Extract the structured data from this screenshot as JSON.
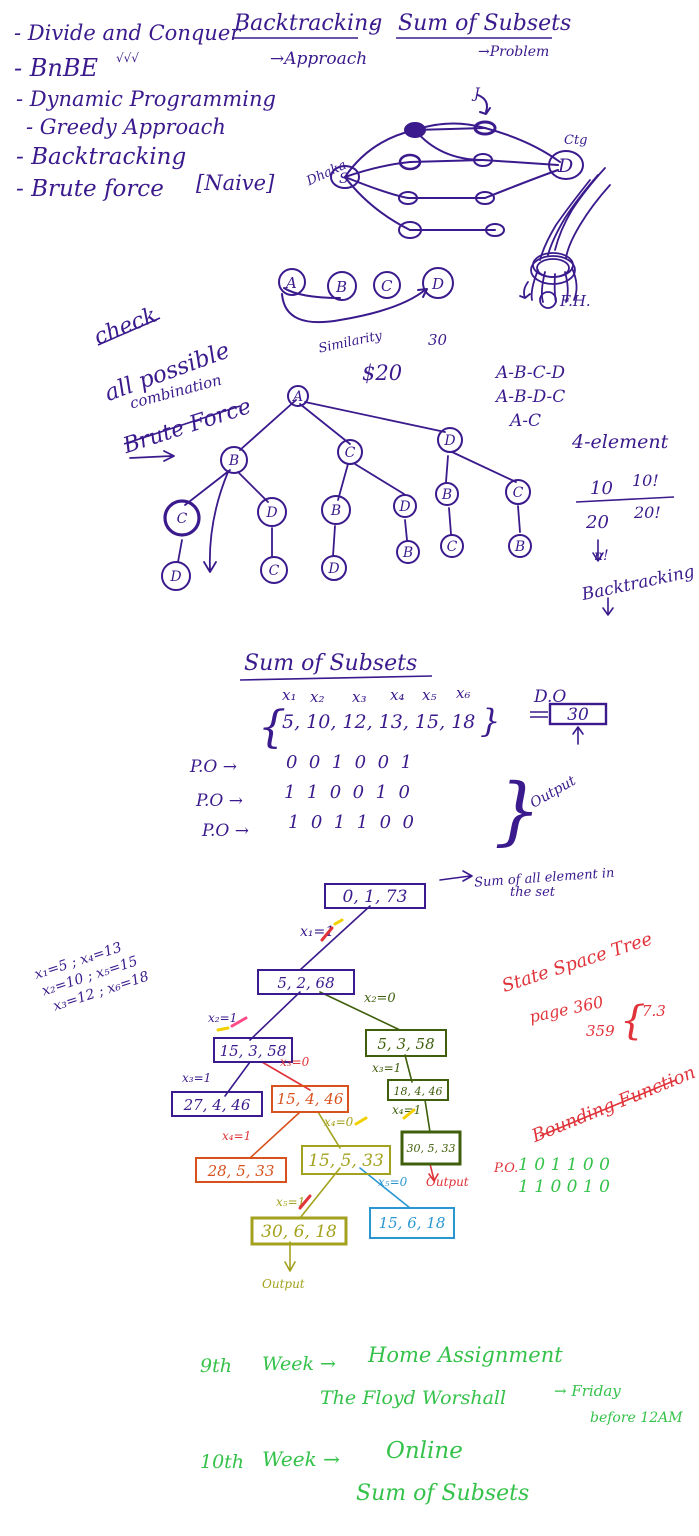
{
  "colors": {
    "purple": "#3a1a8c",
    "red": "#e0333a",
    "green": "#35c24a",
    "olive": "#a3a21e",
    "darkgreen": "#3f5f0c",
    "blue": "#2b97d2",
    "orange": "#d8521e",
    "yellow": "#f2d000",
    "pink": "#ff4a8a"
  },
  "approaches": [
    "- Divide and Conquer",
    "- BnBE",
    "- Dynamic Programming",
    "- Greedy Approach",
    "- Backtracking",
    "- Brute force"
  ],
  "bnb_checks": "√√√",
  "naive": "[Naive]",
  "title": {
    "backtracking": "Backtracking",
    "approach": "→Approach",
    "dash": "-",
    "sum_of_subsets": "Sum of Subsets",
    "problem": "→Problem"
  },
  "graph": {
    "dhaka": "Dhaka",
    "s": "S",
    "d": "D",
    "ctg": "Ctg",
    "j": "J",
    "fh": "F.H."
  },
  "abcd": {
    "a": "A",
    "b": "B",
    "c": "C",
    "d": "D",
    "similarity": "Similarity",
    "thirty": "30"
  },
  "check": {
    "check": "check",
    "all_possible": "all possible",
    "combination": "combination",
    "brute_force": "Brute Force"
  },
  "price": "$20",
  "perms": [
    "A-B-C-D",
    "A-B-D-C",
    "A-C"
  ],
  "four_element": "4-element",
  "factorials": {
    "n10": "10",
    "f10": "10!",
    "n20": "20",
    "f20": "20!",
    "nfact": "n!",
    "backtracking": "Backtracking"
  },
  "tree": {
    "root": "A",
    "l1": [
      "B",
      "C",
      "D"
    ],
    "l2": [
      "C",
      "D",
      "B",
      "D",
      "B",
      "C"
    ],
    "l3": [
      "D",
      "C",
      "D",
      "B",
      "C",
      "B"
    ]
  },
  "sos": {
    "heading": "Sum of Subsets",
    "vars": [
      "x₁",
      "x₂",
      "x₃",
      "x₄",
      "x₅",
      "x₆"
    ],
    "values": "5, 10, 12, 13, 15, 18",
    "do_label": "D.O",
    "do_value": "30",
    "po_label": "P.O →",
    "rows": [
      "0  0  1  0  0  1",
      "1  1  0  0  1  0",
      "1  0  1  1  0  0"
    ],
    "output": "Output"
  },
  "sst": {
    "root": "0, 1, 73",
    "sum_note_line1": "Sum of all element in",
    "sum_note_line2": "the set",
    "x1": "x₁=1",
    "n1": "5, 2, 68",
    "x2_1": "x₂=1",
    "x2_0": "x₂=0",
    "n2l": "15, 3, 58",
    "n2r": "5, 3, 58",
    "x3_1": "x₃=1",
    "x3_0": "x₃=0",
    "x3_1r": "x₃=1",
    "n3a": "27, 4, 46",
    "n3b": "15, 4, 46",
    "n3c": "18, 4, 46",
    "x4_1": "x₄=1",
    "x4_0": "x₄=0",
    "x4_1r": "x₄=1",
    "n4a": "28, 5, 33",
    "n4b": "15, 5, 33",
    "n4c": "30, 5, 33",
    "output": "Output",
    "x5_1": "x₅=1",
    "x5_0": "x₅=0",
    "n5a": "30, 6, 18",
    "n5b": "15, 6, 18",
    "output2": "Output"
  },
  "assign": [
    "x₁=5 ; x₄=13",
    "x₂=10 ; x₅=15",
    "x₃=12 ; x₆=18"
  ],
  "red_notes": {
    "state_space_tree": "State Space Tree",
    "page": "page 360",
    "p359": "359",
    "chap": "7.3",
    "bounding": "Bounding Function",
    "po": "P.O.",
    "po_row1": "1 0 1 1 0 0",
    "po_row2": "1 1 0 0 1 0"
  },
  "schedule": {
    "w9": "9th",
    "week1": "Week →",
    "home": "Home Assignment",
    "floyd": "The Floyd Worshall",
    "friday": "→ Friday",
    "before": "before 12AM",
    "w10": "10th",
    "week2": "Week →",
    "online": "Online",
    "sum": "Sum of Subsets"
  }
}
